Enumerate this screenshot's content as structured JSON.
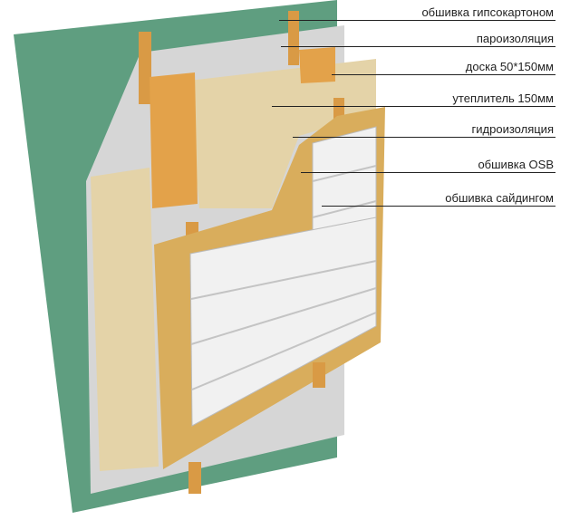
{
  "labels": [
    "обшивка гипсокартоном",
    "пароизоляция",
    "доска 50*150мм",
    "утеплитель 150мм",
    "гидроизоляция",
    "обшивка OSB",
    "обшивка сайдингом"
  ],
  "colors": {
    "drywall": "#5f9e80",
    "vapor": "#d9d9d9",
    "wood": "#e0a54e",
    "insulation": "#e6d7b0",
    "osb": "#d9ad5c",
    "siding": "#f2f2f2"
  }
}
